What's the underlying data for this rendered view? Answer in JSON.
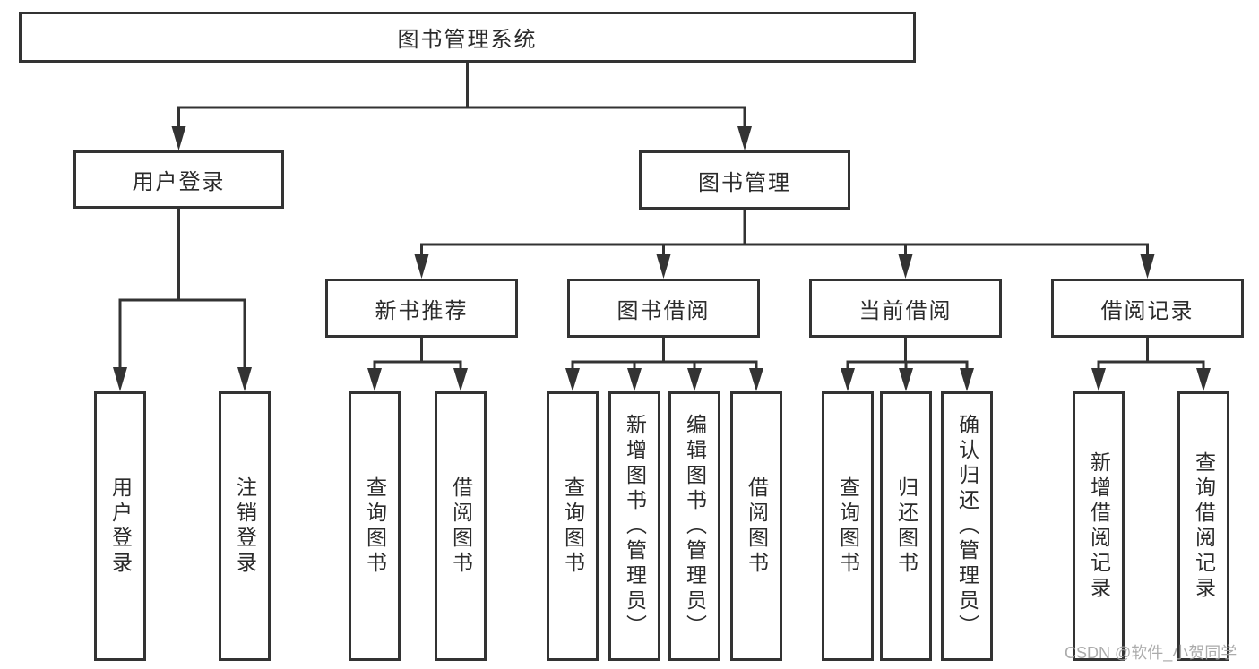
{
  "diagram": {
    "type": "hierarchy-tree",
    "tree": {
      "label": "图书管理系统",
      "children": [
        {
          "label": "用户登录",
          "children": [
            {
              "label": "用户登录"
            },
            {
              "label": "注销登录"
            }
          ]
        },
        {
          "label": "图书管理",
          "children": [
            {
              "label": "新书推荐",
              "children": [
                {
                  "label": "查询图书"
                },
                {
                  "label": "借阅图书"
                }
              ]
            },
            {
              "label": "图书借阅",
              "children": [
                {
                  "label": "查询图书"
                },
                {
                  "label": "新增图书（管理员）"
                },
                {
                  "label": "编辑图书（管理员）"
                },
                {
                  "label": "借阅图书"
                }
              ]
            },
            {
              "label": "当前借阅",
              "children": [
                {
                  "label": "查询图书"
                },
                {
                  "label": "归还图书"
                },
                {
                  "label": "确认归还（管理员）"
                }
              ]
            },
            {
              "label": "借阅记录",
              "children": [
                {
                  "label": "新增借阅记录"
                },
                {
                  "label": "查询借阅记录"
                }
              ]
            }
          ]
        }
      ]
    },
    "colors": {
      "line": "#333333",
      "box_border": "#333333",
      "text": "#2b2b2b",
      "watermark": "#a3a3a3",
      "background": "#ffffff"
    }
  },
  "watermark": {
    "text": "CSDN @软件_小贺同学"
  }
}
